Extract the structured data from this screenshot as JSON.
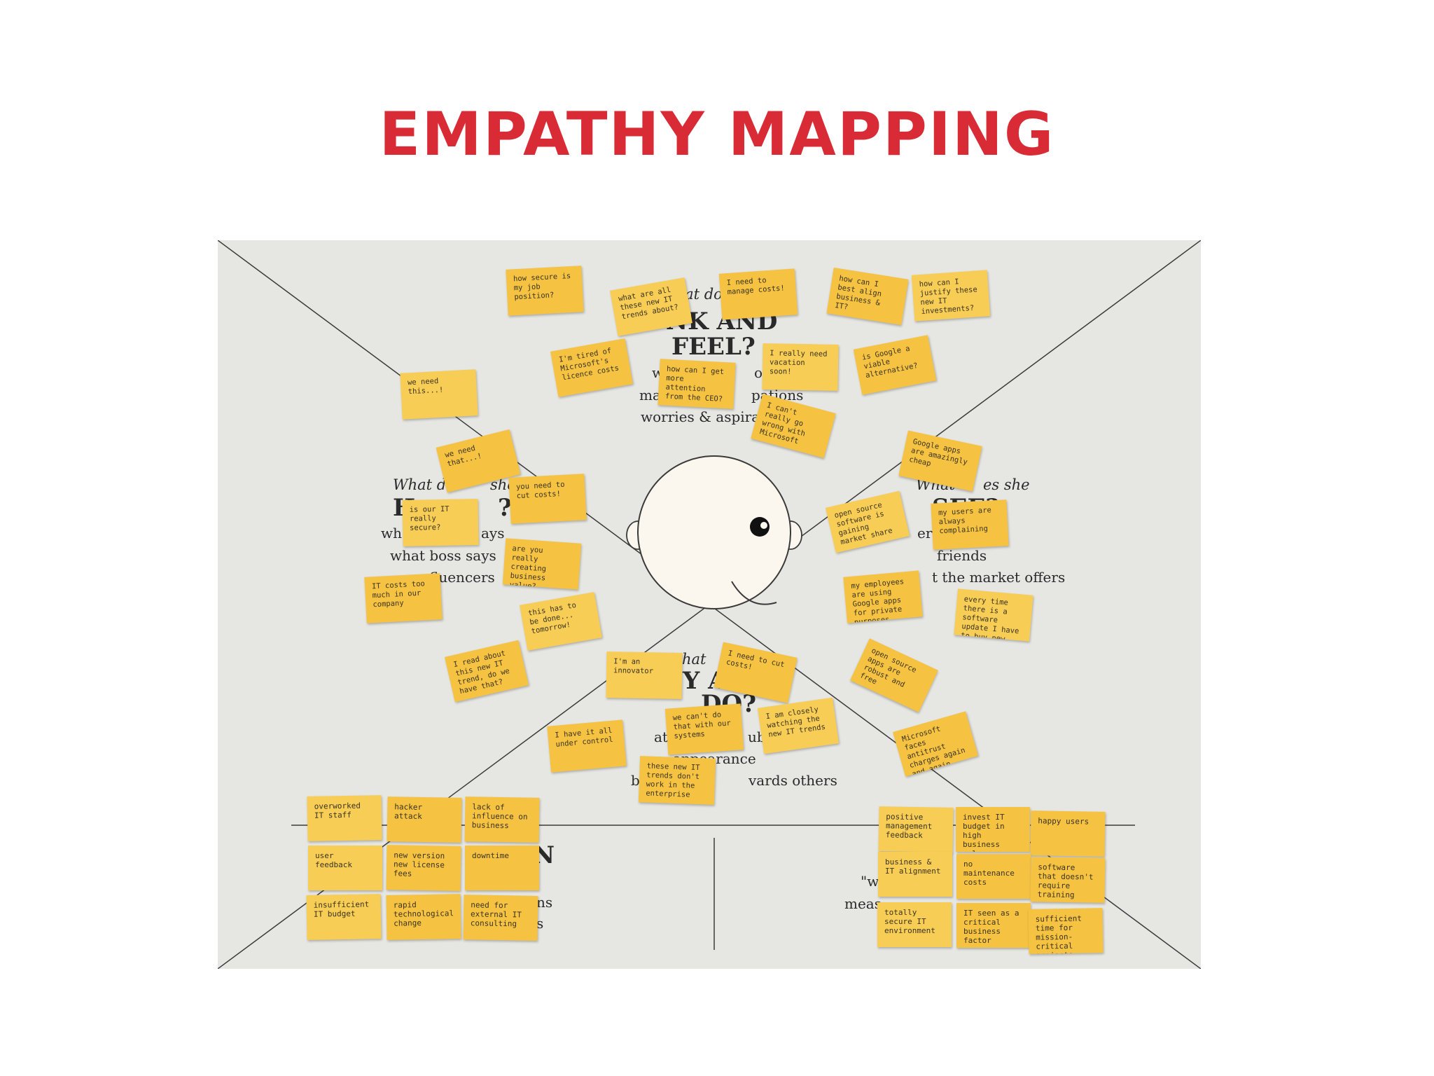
{
  "title": "EMPATHY MAPPING",
  "colors": {
    "title": "#d92b35",
    "note": "#f5c242",
    "note_light": "#f7cd55",
    "board": "#e6e6e3"
  },
  "labels": {
    "think_q": "What do",
    "think_big1": "NK AND",
    "think_big2": "FEEL?",
    "think_l1": "w",
    "think_l1b": "oun",
    "think_l2": "ma",
    "think_l2b": "pations",
    "think_l3": "worries & aspirat",
    "hear_q": "What do",
    "hear_q2": "she",
    "hear_big": "H",
    "hear_big2": "?",
    "hear_l1": "wh",
    "hear_l1b": "ays",
    "hear_l2": "what boss says",
    "hear_l3": "fluencers",
    "see_q": "What",
    "see_q2": "es she",
    "see_big": "SEE?",
    "see_l1": "er",
    "see_l2": "friends",
    "see_l3": "t the market offers",
    "say_q": "hat",
    "say_big": "Y A",
    "say_big2": "DO?",
    "say_l1": "at",
    "say_l1b": "ub.",
    "say_l2": "appearance",
    "say_l3": "b",
    "say_l3b": "vards others",
    "pain_big": "N",
    "pain_l1": "ns",
    "pain_l2": "s",
    "gain_l1": "\"w",
    "gain_l2": "meas"
  },
  "notes": {
    "think": [
      "how secure is my job position?",
      "what are all these new IT trends about?",
      "I need to manage costs!",
      "how can I best align business & IT?",
      "how can I justify these new IT investments?",
      "I'm tired of Microsoft's licence costs",
      "how can I get more attention from the CEO?",
      "I really need vacation soon!",
      "is Google a viable alternative?",
      "I can't really go wrong with Microsoft"
    ],
    "hear": [
      "we need this...!",
      "we need that...!",
      "you need to cut costs!",
      "is our IT really secure?",
      "are you really creating business value?",
      "IT costs too much in our company",
      "this has to be done... tomorrow!",
      "I read about this new IT trend, do we have that?"
    ],
    "see": [
      "Google apps are amazingly cheap",
      "open source software is gaining market share",
      "my users are always complaining",
      "my employees are using Google apps for private purposes",
      "every time there is a software update I have to buy new licenses",
      "open source apps are robust and free",
      "Microsoft faces antitrust charges again and again"
    ],
    "say": [
      "I'm an innovator",
      "I need to cut costs!",
      "we can't do that with our systems",
      "I am closely watching the new IT trends",
      "I have it all under control",
      "these new IT trends don't work in the enterprise"
    ],
    "pain": [
      "overworked IT staff",
      "hacker attack",
      "lack of influence on business",
      "user feedback",
      "new version new license fees",
      "downtime",
      "insufficient IT budget",
      "rapid technological change",
      "need for external IT consulting"
    ],
    "gain": [
      "positive management feedback",
      "invest IT budget in high business value projects",
      "happy users",
      "business & IT alignment",
      "no maintenance costs",
      "software that doesn't require training",
      "totally secure IT environment",
      "IT seen as a critical business factor",
      "sufficient time for mission-critical projects"
    ]
  }
}
